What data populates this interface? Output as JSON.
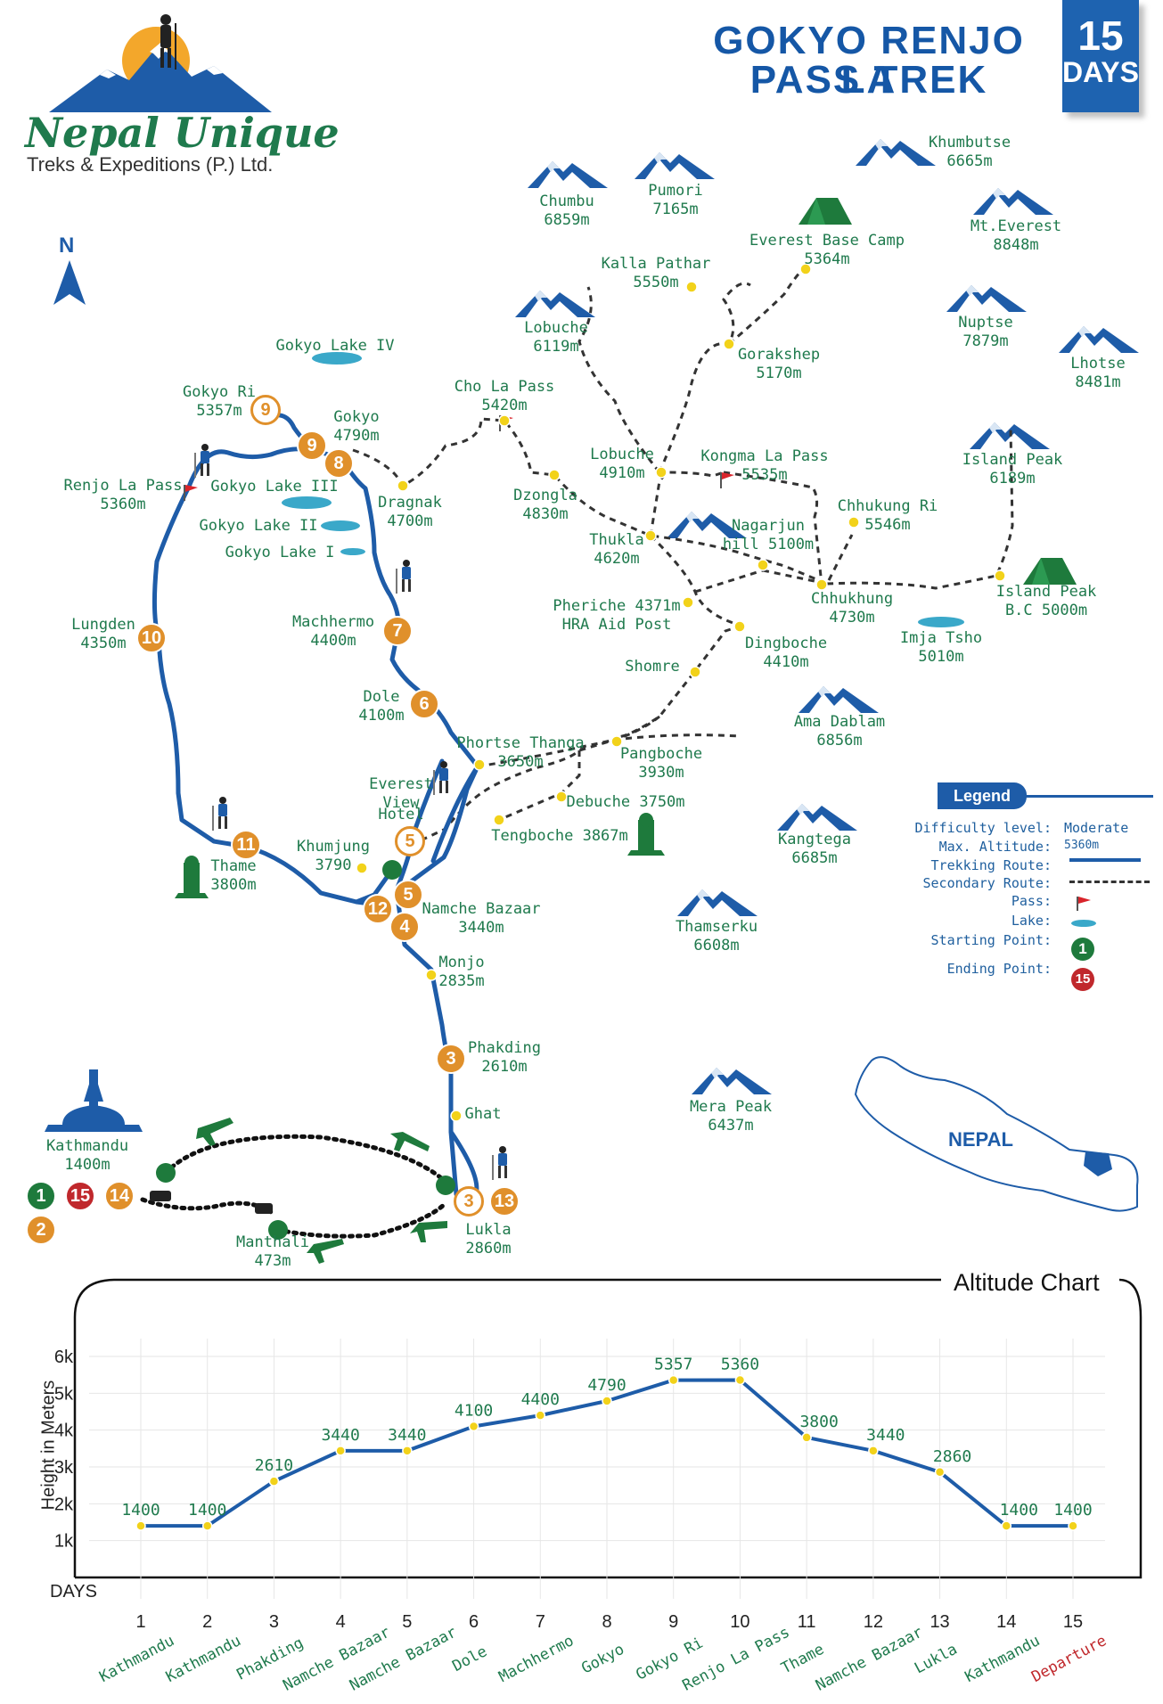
{
  "logo": {
    "name": "Nepal Unique",
    "sub": "Treks & Expeditions (P.) Ltd."
  },
  "title": {
    "line1": "GOKYO RENJO LA",
    "line2": "PASS TREK"
  },
  "badge": {
    "number": "15",
    "label": "DAYS"
  },
  "north": "N",
  "colors": {
    "route": "#1e5ca8",
    "label": "#1f7a4d",
    "stop": "#e0902b",
    "start": "#1e7a3c",
    "end": "#c0282c",
    "pass": "#d9242b",
    "lake": "#3aa8c9",
    "dot": "#f2d21a"
  },
  "places": [
    {
      "name": "Chumbu",
      "alt": "6859m"
    },
    {
      "name": "Pumori",
      "alt": "7165m"
    },
    {
      "name": "Khumbutse",
      "alt": "6665m"
    },
    {
      "name": "Mt.Everest",
      "alt": "8848m"
    },
    {
      "name": "Everest Base Camp",
      "alt": "5364m"
    },
    {
      "name": "Kalla Pathar",
      "alt": "5550m"
    },
    {
      "name": "Lobuche",
      "alt": "6119m"
    },
    {
      "name": "Gorakshep",
      "alt": "5170m"
    },
    {
      "name": "Nuptse",
      "alt": "7879m"
    },
    {
      "name": "Lhotse",
      "alt": "8481m"
    },
    {
      "name": "Gokyo Lake IV",
      "alt": ""
    },
    {
      "name": "Gokyo Ri",
      "alt": "5357m"
    },
    {
      "name": "Gokyo",
      "alt": "4790m"
    },
    {
      "name": "Cho La Pass",
      "alt": "5420m"
    },
    {
      "name": "Renjo La Pass",
      "alt": "5360m"
    },
    {
      "name": "Gokyo Lake III",
      "alt": ""
    },
    {
      "name": "Dragnak",
      "alt": "4700m"
    },
    {
      "name": "Dzongla",
      "alt": "4830m"
    },
    {
      "name": "Lobuche",
      "alt": "4910m"
    },
    {
      "name": "Kongma La Pass",
      "alt": "5535m"
    },
    {
      "name": "Island Peak",
      "alt": "6189m"
    },
    {
      "name": "Gokyo Lake II",
      "alt": ""
    },
    {
      "name": "Gokyo Lake I",
      "alt": ""
    },
    {
      "name": "Thukla",
      "alt": "4620m"
    },
    {
      "name": "Nagarjun",
      "alt": "hill 5100m"
    },
    {
      "name": "Chhukung Ri",
      "alt": "5546m"
    },
    {
      "name": "Lungden",
      "alt": "4350m"
    },
    {
      "name": "Machhermo",
      "alt": "4400m"
    },
    {
      "name": "Pheriche 4371m",
      "alt": "HRA Aid Post"
    },
    {
      "name": "Chhukhung",
      "alt": "4730m"
    },
    {
      "name": "Island Peak",
      "alt": "B.C 5000m"
    },
    {
      "name": "Dingboche",
      "alt": "4410m"
    },
    {
      "name": "Imja Tsho",
      "alt": "5010m"
    },
    {
      "name": "Shomre",
      "alt": ""
    },
    {
      "name": "Dole",
      "alt": "4100m"
    },
    {
      "name": "Ama Dablam",
      "alt": "6856m"
    },
    {
      "name": "Phortse Thanga",
      "alt": "3650m"
    },
    {
      "name": "Pangboche",
      "alt": "3930m"
    },
    {
      "name": "Everest",
      "alt": "View"
    },
    {
      "name": "Hotel",
      "alt": ""
    },
    {
      "name": "Debuche 3750m",
      "alt": ""
    },
    {
      "name": "Tengboche 3867m",
      "alt": ""
    },
    {
      "name": "Kangtega",
      "alt": "6685m"
    },
    {
      "name": "Khumjung",
      "alt": "3790"
    },
    {
      "name": "Thame",
      "alt": "3800m"
    },
    {
      "name": "Namche Bazaar",
      "alt": "3440m"
    },
    {
      "name": "Thamserku",
      "alt": "6608m"
    },
    {
      "name": "Monjo",
      "alt": "2835m"
    },
    {
      "name": "Phakding",
      "alt": "2610m"
    },
    {
      "name": "Ghat",
      "alt": ""
    },
    {
      "name": "Mera Peak",
      "alt": "6437m"
    },
    {
      "name": "Kathmandu",
      "alt": "1400m"
    },
    {
      "name": "Lukla",
      "alt": "2860m"
    },
    {
      "name": "Manthali",
      "alt": "473m"
    }
  ],
  "stops": [
    "9",
    "9",
    "8",
    "10",
    "7",
    "6",
    "5",
    "11",
    "12",
    "5",
    "4",
    "3",
    "3",
    "13",
    "1",
    "15",
    "14",
    "2"
  ],
  "country": "NEPAL",
  "legend": {
    "title": "Legend",
    "rows": [
      {
        "label": "Difficulty level:",
        "value": "Moderate"
      },
      {
        "label": "Max. Altitude:",
        "value": "5360m"
      },
      {
        "label": "Trekking Route:",
        "value": ""
      },
      {
        "label": "Secondary Route:",
        "value": ""
      },
      {
        "label": "Pass:",
        "value": ""
      },
      {
        "label": "Lake:",
        "value": ""
      },
      {
        "label": "Starting Point:",
        "value": "1"
      },
      {
        "label": "Ending Point:",
        "value": "15"
      }
    ]
  },
  "chart_data": {
    "type": "line",
    "title": "Altitude Chart",
    "ylabel": "Height in Meters",
    "xlabel": "DAYS",
    "ylim": [
      0,
      6000
    ],
    "yticks": [
      "1k",
      "2k",
      "3k",
      "4k",
      "5k",
      "6k"
    ],
    "x": [
      1,
      2,
      3,
      4,
      5,
      6,
      7,
      8,
      9,
      10,
      11,
      12,
      13,
      14,
      15
    ],
    "values": [
      1400,
      1400,
      2610,
      3440,
      3440,
      4100,
      4400,
      4790,
      5357,
      5360,
      3800,
      3440,
      2860,
      1400,
      1400
    ],
    "categories": [
      "Kathmandu",
      "Kathmandu",
      "Phakding",
      "Namche Bazaar",
      "Namche Bazaar",
      "Dole",
      "Machhermo",
      "Gokyo",
      "Gokyo Ri",
      "Renjo La Pass",
      "Thame",
      "Namche Bazaar",
      "Lukla",
      "Kathmandu",
      "Departure"
    ]
  }
}
